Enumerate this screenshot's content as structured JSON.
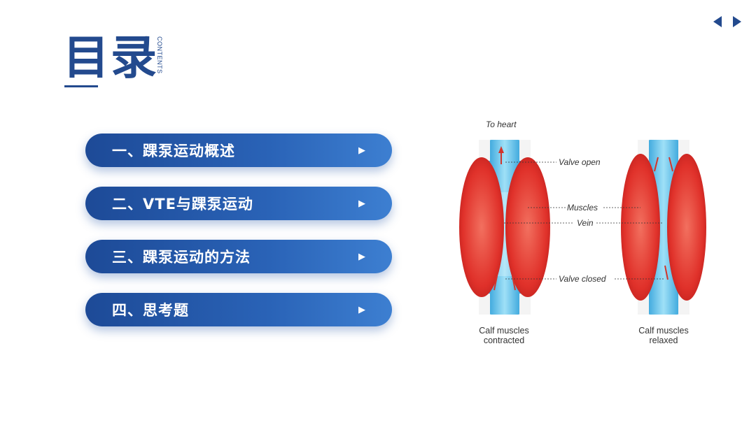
{
  "header": {
    "title": "目录",
    "subtitle": "CONTENTS"
  },
  "nav": {
    "prev_icon": "triangle-left-icon",
    "next_icon": "triangle-right-icon"
  },
  "menu": {
    "items": [
      {
        "label": "一、踝泵运动概述"
      },
      {
        "label": "二、VTE与踝泵运动"
      },
      {
        "label": "三、踝泵运动的方法"
      },
      {
        "label": "四、思考题"
      }
    ]
  },
  "diagram": {
    "to_heart": "To heart",
    "valve_open": "Valve open",
    "muscles": "Muscles",
    "vein": "Vein",
    "valve_closed": "Valve closed",
    "caption_left_1": "Calf muscles",
    "caption_left_2": "contracted",
    "caption_right_1": "Calf muscles",
    "caption_right_2": "relaxed"
  },
  "colors": {
    "primary": "#234a8e",
    "button": "#2a5fb0",
    "muscle": "#e53a2f",
    "vein": "#6cc7ee"
  }
}
